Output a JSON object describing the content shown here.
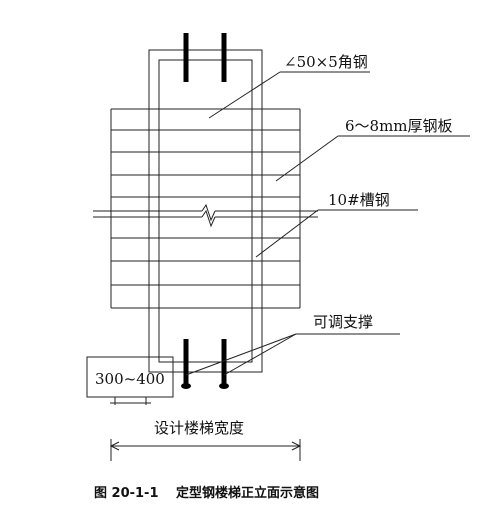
{
  "labels": {
    "angle_steel": "∠50×5角钢",
    "steel_plate": "6～8mm厚钢板",
    "channel_steel": "10#槽钢",
    "adjustable_support": "可调支撑",
    "range": "300~400",
    "stair_width": "设计楼梯宽度"
  },
  "caption": {
    "number": "图 20-1-1",
    "title": "定型钢楼梯正立面示意图"
  }
}
